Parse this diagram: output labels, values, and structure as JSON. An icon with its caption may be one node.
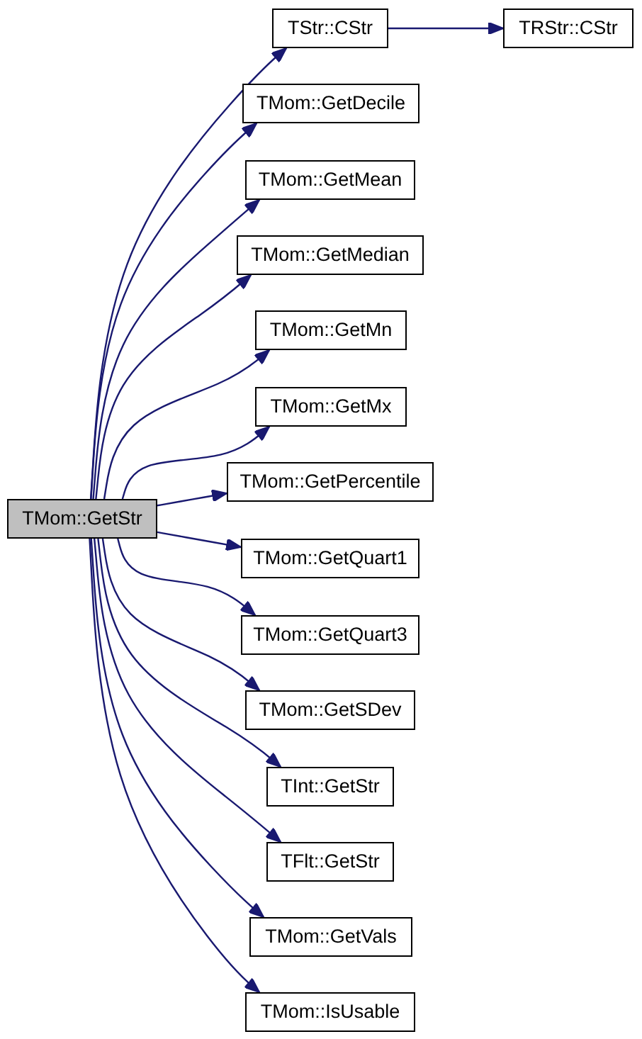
{
  "diagram": {
    "nodes": [
      {
        "text": [
          "TMom::GetStr"
        ]
      },
      {
        "text": [
          "TStr::CStr"
        ]
      },
      {
        "text": [
          "TRStr::CStr"
        ]
      },
      {
        "text": [
          "TMom::GetDecile"
        ]
      },
      {
        "text": [
          "TMom::GetMean"
        ]
      },
      {
        "text": [
          "TMom::GetMedian"
        ]
      },
      {
        "text": [
          "TMom::GetMn"
        ]
      },
      {
        "text": [
          "TMom::GetMx"
        ]
      },
      {
        "text": [
          "TMom::GetPercentile"
        ]
      },
      {
        "text": [
          "TMom::GetQuart1"
        ]
      },
      {
        "text": [
          "TMom::GetQuart3"
        ]
      },
      {
        "text": [
          "TMom::GetSDev"
        ]
      },
      {
        "text": [
          "TInt::GetStr"
        ]
      },
      {
        "text": [
          "TFlt::GetStr"
        ]
      },
      {
        "text": [
          "TMom::GetVals"
        ]
      },
      {
        "text": [
          "TMom::IsUsable"
        ]
      }
    ],
    "edges": [
      {
        "from": 0,
        "to": 1,
        "arrow": "to"
      },
      {
        "from": 1,
        "to": 2,
        "arrow": "to"
      },
      {
        "from": 0,
        "to": 3,
        "arrow": "to"
      },
      {
        "from": 0,
        "to": 4,
        "arrow": "to"
      },
      {
        "from": 0,
        "to": 5,
        "arrow": "to"
      },
      {
        "from": 0,
        "to": 6,
        "arrow": "to"
      },
      {
        "from": 0,
        "to": 7,
        "arrow": "to"
      },
      {
        "from": 0,
        "to": 8,
        "arrow": "to"
      },
      {
        "from": 0,
        "to": 9,
        "arrow": "to"
      },
      {
        "from": 0,
        "to": 10,
        "arrow": "to"
      },
      {
        "from": 0,
        "to": 11,
        "arrow": "to"
      },
      {
        "from": 0,
        "to": 12,
        "arrow": "to"
      },
      {
        "from": 0,
        "to": 13,
        "arrow": "to"
      },
      {
        "from": 0,
        "to": 14,
        "arrow": "to"
      },
      {
        "from": 0,
        "to": 15,
        "arrow": "to"
      }
    ]
  }
}
